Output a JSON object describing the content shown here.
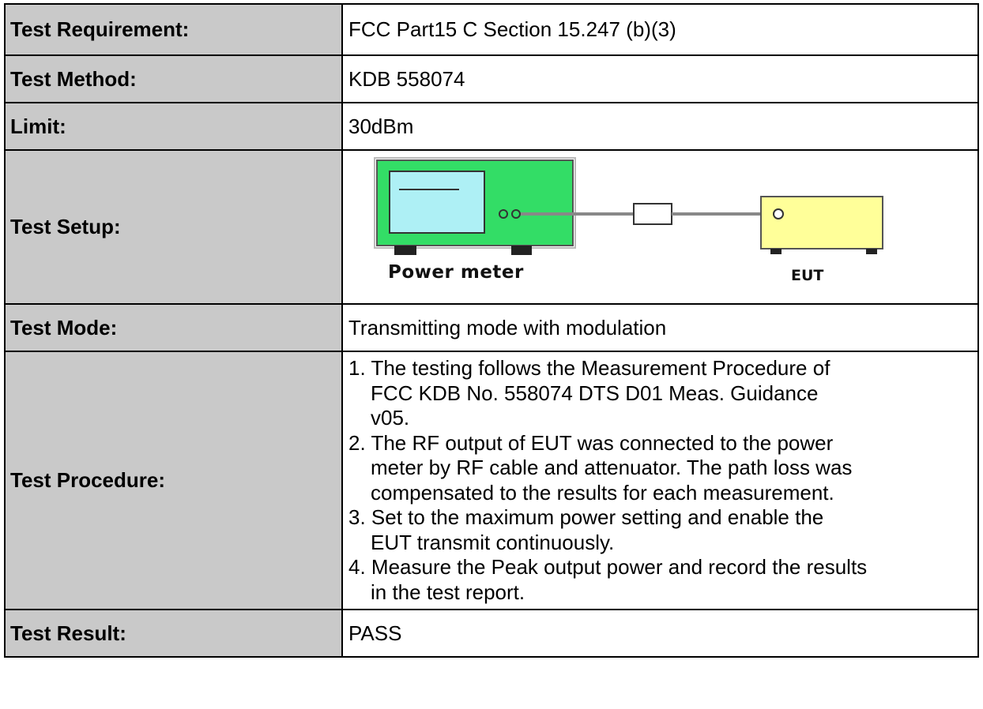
{
  "rows": {
    "requirement": {
      "label": "Test Requirement:",
      "value": "FCC Part15 C Section 15.247 (b)(3)"
    },
    "method": {
      "label": "Test Method:",
      "value": "KDB 558074"
    },
    "limit": {
      "label": "Limit:",
      "value": "30dBm"
    },
    "setup": {
      "label": "Test Setup:",
      "diagram": {
        "power_meter_label": "Power meter",
        "eut_label": "EUT",
        "colors": {
          "meter_body": "#33dd66",
          "meter_screen": "#aef0f5",
          "eut_body": "#ffff99",
          "cable": "#888888"
        }
      }
    },
    "mode": {
      "label": "Test Mode:",
      "value": "Transmitting mode with modulation"
    },
    "procedure": {
      "label": "Test Procedure:",
      "steps": [
        {
          "num": "1.",
          "first": "The testing follows the Measurement Procedure of",
          "rest": [
            "FCC KDB No. 558074 DTS D01 Meas. Guidance",
            "v05."
          ]
        },
        {
          "num": "2.",
          "first": "The RF output of EUT was connected to the power",
          "rest": [
            "meter by RF cable and attenuator. The path loss was",
            "compensated to the results for each measurement."
          ]
        },
        {
          "num": "3.",
          "first": "Set to the maximum power setting and enable the",
          "rest": [
            "EUT transmit continuously."
          ]
        },
        {
          "num": "4.",
          "first": "Measure the Peak output power and record the results",
          "rest": [
            "in the test report."
          ]
        }
      ]
    },
    "result": {
      "label": "Test Result:",
      "value": "PASS"
    }
  }
}
